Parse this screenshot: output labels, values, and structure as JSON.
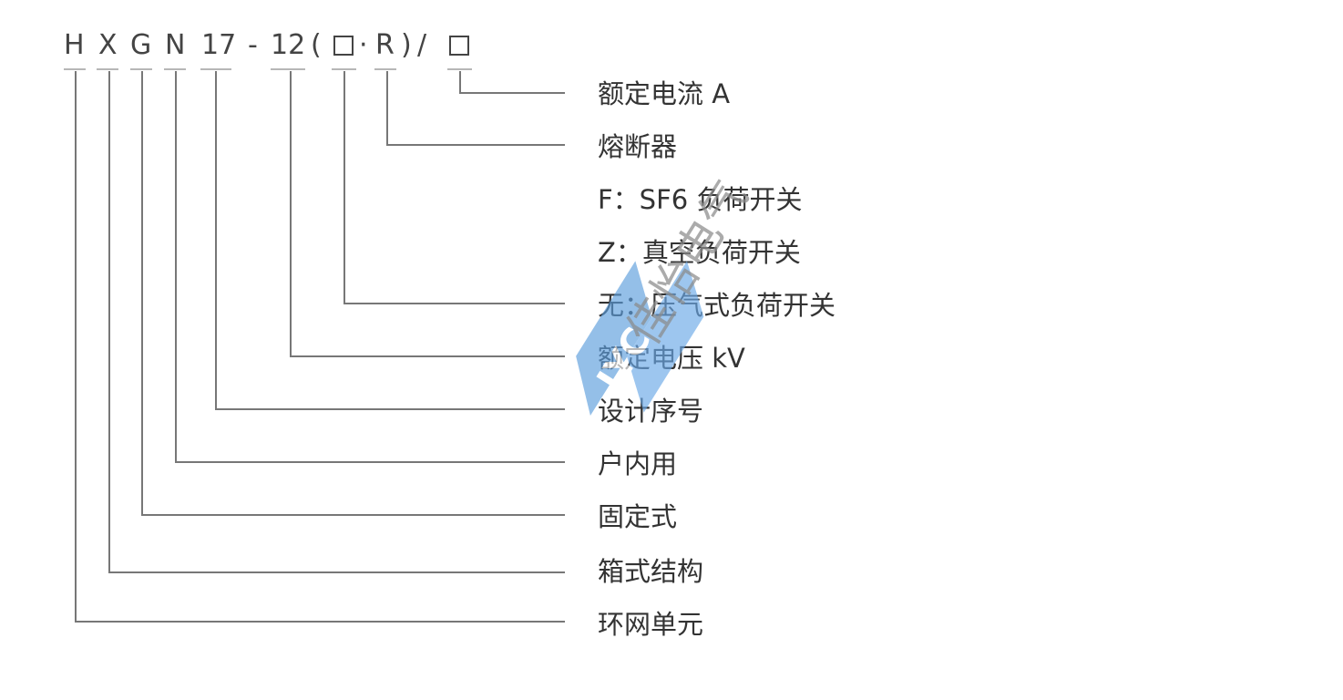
{
  "model_code": {
    "h": "H",
    "x": "X",
    "g": "G",
    "n": "N",
    "design_no": "17",
    "dash": "-",
    "voltage": "12",
    "open_paren": "(",
    "dot": "·",
    "r": "R",
    "close_paren": ")",
    "slash": "/"
  },
  "meanings": {
    "rated_current": "额定电流 A",
    "fuse": "熔断器",
    "sf6_switch": "F：SF6 负荷开关",
    "vacuum_switch": "Z：真空负荷开关",
    "air_switch": "无：压气式负荷开关",
    "rated_voltage": "额定电压 kV",
    "design_serial": "设计序号",
    "indoor_use": "户内用",
    "fixed_type": "固定式",
    "box_structure": "箱式结构",
    "ring_main_unit": "环网单元"
  },
  "watermark": {
    "logo_text": "JYC",
    "company_text": "佳怡电气"
  }
}
